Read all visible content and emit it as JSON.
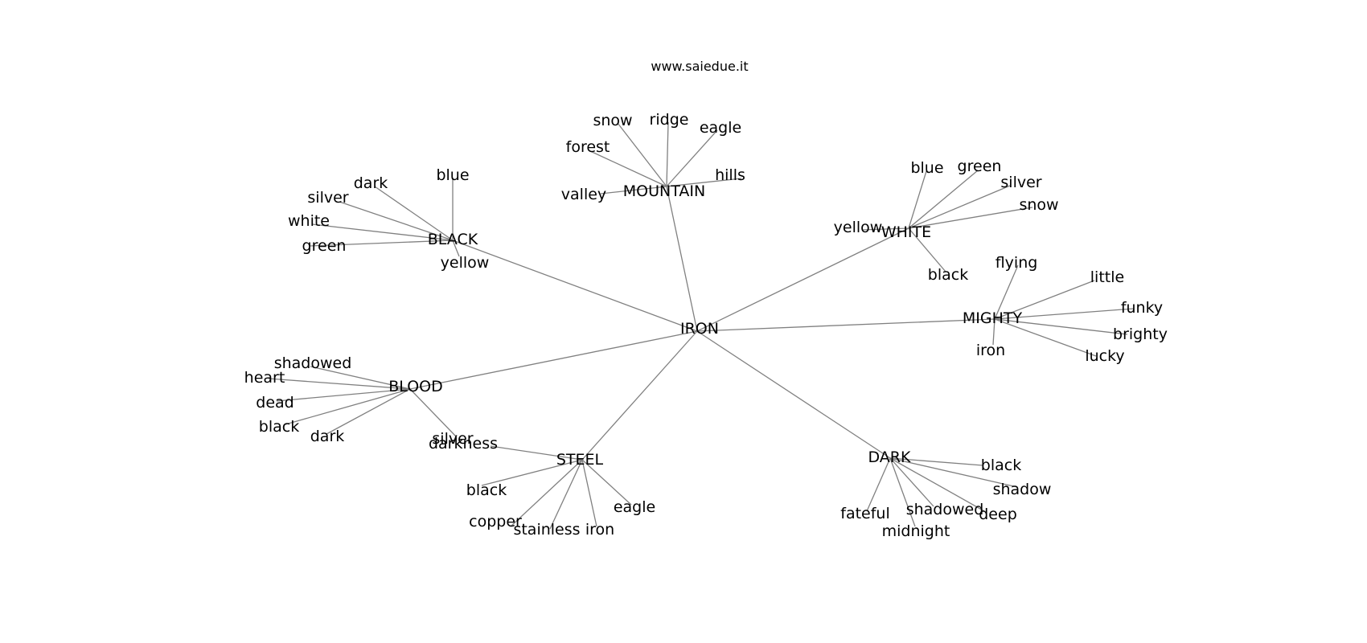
{
  "header": {
    "site": "www.saiedue.it"
  },
  "graph": {
    "root": "IRON",
    "hubs": [
      {
        "id": "mountain",
        "label": "MOUNTAIN",
        "leaves": [
          "snow",
          "ridge",
          "eagle",
          "forest",
          "hills",
          "valley"
        ]
      },
      {
        "id": "black",
        "label": "BLACK",
        "leaves": [
          "blue",
          "dark",
          "silver",
          "white",
          "green",
          "yellow"
        ]
      },
      {
        "id": "white",
        "label": "WHITE",
        "leaves": [
          "blue",
          "green",
          "silver",
          "snow",
          "yellow",
          "black"
        ]
      },
      {
        "id": "mighty",
        "label": "MIGHTY",
        "leaves": [
          "flying",
          "little",
          "funky",
          "brighty",
          "lucky",
          "iron"
        ]
      },
      {
        "id": "blood",
        "label": "BLOOD",
        "leaves": [
          "shadowed",
          "heart",
          "dead",
          "black",
          "dark",
          "silver"
        ]
      },
      {
        "id": "steel",
        "label": "STEEL",
        "leaves": [
          "darkness",
          "black",
          "copper",
          "stainless",
          "iron",
          "eagle"
        ]
      },
      {
        "id": "dark",
        "label": "DARK",
        "leaves": [
          "black",
          "shadow",
          "deep",
          "shadowed",
          "midnight",
          "fateful"
        ]
      }
    ]
  }
}
